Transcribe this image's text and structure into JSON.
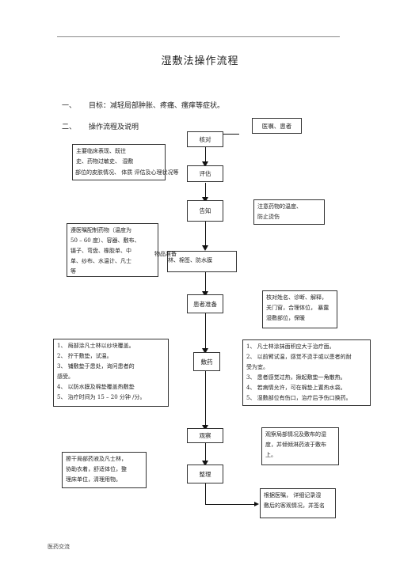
{
  "title": "湿敷法操作流程",
  "sections": [
    {
      "num": "一、",
      "text": "目标：减轻局部肿胀、疼痛、瘙痒等症状。"
    },
    {
      "num": "二、",
      "text": "操作流程及说明"
    }
  ],
  "steps": {
    "verify": "核对",
    "assess": "评估",
    "inform": "告知",
    "prepare": "物品准备",
    "patient": "患者准备",
    "apply": "敷药",
    "observe": "观察",
    "tidy": "整理"
  },
  "notes": {
    "orders": [
      "医嘱、患者"
    ],
    "assess": [
      "主要临床表现、既往",
      "史、药物过敏史、  湿敷",
      "部位的皮肤情况、  体质  评估及心理状况等"
    ],
    "inform": [
      "注意药物的温度、",
      "防止烫伤"
    ],
    "prepare": [
      "遵医嘱配制药物（温度为",
      "50 – 60 度）、容器、敷布、",
      "镊子、弯盘、橡胶单、中",
      "单、纱布、水温计、凡士",
      "等"
    ],
    "prepare_tail": "林、棉签、防水膜",
    "patient": [
      "核对姓名、诊断、解释，",
      "关门窗，合理体位，  暴露",
      "湿敷部位，保暖"
    ],
    "apply_left": [
      "1、  局部涂凡士林以纱块覆盖。",
      "2、  拧干敷垫，试温。",
      "3、  铺敷垫于患处，询问患者的",
      "       感受。",
      "4、  以防水膜及棉垫覆盖热敷垫",
      "5、  治疗时间为  15 – 20 分钟 /分。"
    ],
    "apply_right": [
      "1、  凡士林涂抹面积应大于治疗面。",
      "2、  以前臂试温，感觉不烫手或以患者的耐",
      "       受为宜。",
      "3、  患者感觉过热，揪起敷垫一角散热。",
      "4、  若病情允许，可在棉垫上置热水袋。",
      "5、  湿敷部位有伤口，治疗后予伤口换药。"
    ],
    "observe": [
      "观察局部情况及敷布的湿",
      "度，并倾倾淋药液于敷布",
      "上。"
    ],
    "tidy": [
      "擦干局部药液及凡士林，",
      "协助衣着，舒适体位，整",
      "理床单位，清理用物。"
    ],
    "record": [
      "根据医嘱，  详细记录湿",
      "敷后的客观情况，并签名"
    ]
  },
  "footer": "医药交流"
}
